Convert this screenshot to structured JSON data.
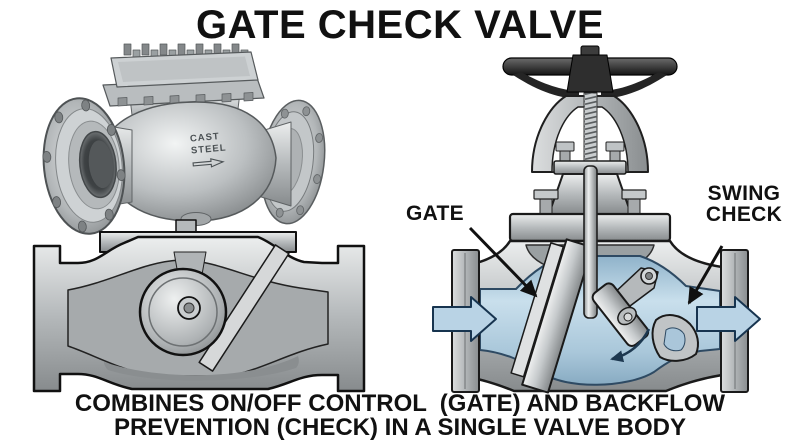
{
  "title": "GATE CHECK VALVE",
  "callouts": {
    "gate": "GATE",
    "swing_check_line1": "SWING",
    "swing_check_line2": "CHECK"
  },
  "body_marking": {
    "line1": "CAST",
    "line2": "STEEL",
    "arrow_icon": "flow-direction-arrow"
  },
  "caption": {
    "line1": "COMBINES ON/OFF CONTROL  (GATE) AND BACKFLOW",
    "line2": "PREVENTION (CHECK) IN A SINGLE VALVE BODY"
  },
  "figures": {
    "top_left": "swing-check-valve-exterior-view",
    "bottom_left": "swing-check-valve-cross-section",
    "right": "gate-check-valve-cutaway"
  },
  "icons": {
    "inlet_flow": "flow-arrow-right",
    "outlet_flow": "flow-arrow-right",
    "backflow": "curved-backflow-arrow",
    "gate_leader": "leader-arrow",
    "swing_leader": "leader-arrow"
  },
  "colors": {
    "background": "#ffffff",
    "text": "#111111",
    "fluid_blue": "#b7d2e4",
    "fluid_outline": "#2e4a63",
    "metal_gray": "#b6babc",
    "outline": "#1a1a1a",
    "handwheel_black": "#1e1e1e"
  }
}
